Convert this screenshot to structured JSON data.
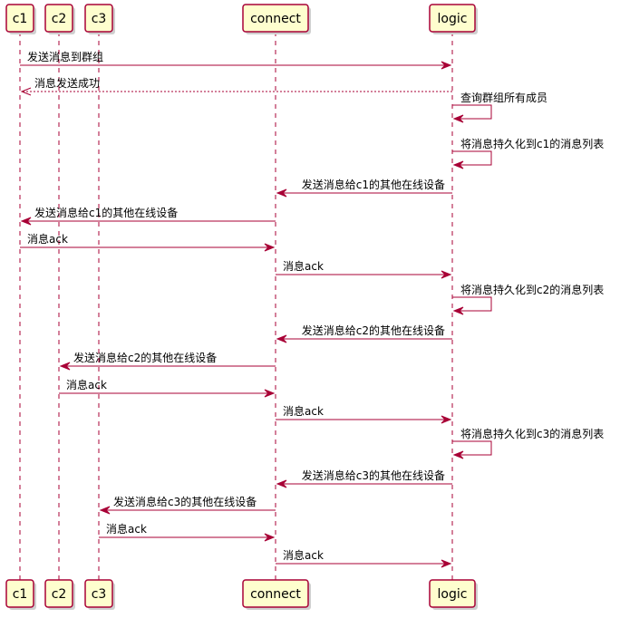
{
  "participants": [
    {
      "id": "c1",
      "label": "c1"
    },
    {
      "id": "c2",
      "label": "c2"
    },
    {
      "id": "c3",
      "label": "c3"
    },
    {
      "id": "connect",
      "label": "connect"
    },
    {
      "id": "logic",
      "label": "logic"
    }
  ],
  "messages": [
    {
      "from": "c1",
      "to": "logic",
      "label": "发送消息到群组",
      "style": "solid"
    },
    {
      "from": "logic",
      "to": "c1",
      "label": "消息发送成功",
      "style": "dashed"
    },
    {
      "from": "logic",
      "to": "logic",
      "label": "查询群组所有成员",
      "style": "solid"
    },
    {
      "from": "logic",
      "to": "logic",
      "label": "将消息持久化到c1的消息列表",
      "style": "solid"
    },
    {
      "from": "logic",
      "to": "connect",
      "label": "发送消息给c1的其他在线设备",
      "style": "solid"
    },
    {
      "from": "connect",
      "to": "c1",
      "label": "发送消息给c1的其他在线设备",
      "style": "solid"
    },
    {
      "from": "c1",
      "to": "connect",
      "label": "消息ack",
      "style": "solid"
    },
    {
      "from": "connect",
      "to": "logic",
      "label": "消息ack",
      "style": "solid"
    },
    {
      "from": "logic",
      "to": "logic",
      "label": "将消息持久化到c2的消息列表",
      "style": "solid"
    },
    {
      "from": "logic",
      "to": "connect",
      "label": "发送消息给c2的其他在线设备",
      "style": "solid"
    },
    {
      "from": "connect",
      "to": "c2",
      "label": "发送消息给c2的其他在线设备",
      "style": "solid"
    },
    {
      "from": "c2",
      "to": "connect",
      "label": "消息ack",
      "style": "solid"
    },
    {
      "from": "connect",
      "to": "logic",
      "label": "消息ack",
      "style": "solid"
    },
    {
      "from": "logic",
      "to": "logic",
      "label": "将消息持久化到c3的消息列表",
      "style": "solid"
    },
    {
      "from": "logic",
      "to": "connect",
      "label": "发送消息给c3的其他在线设备",
      "style": "solid"
    },
    {
      "from": "connect",
      "to": "c3",
      "label": "发送消息给c3的其他在线设备",
      "style": "solid"
    },
    {
      "from": "c3",
      "to": "connect",
      "label": "消息ack",
      "style": "solid"
    },
    {
      "from": "connect",
      "to": "logic",
      "label": "消息ack",
      "style": "solid"
    }
  ],
  "colors": {
    "line": "#a80036",
    "box_fill": "#fefece"
  }
}
